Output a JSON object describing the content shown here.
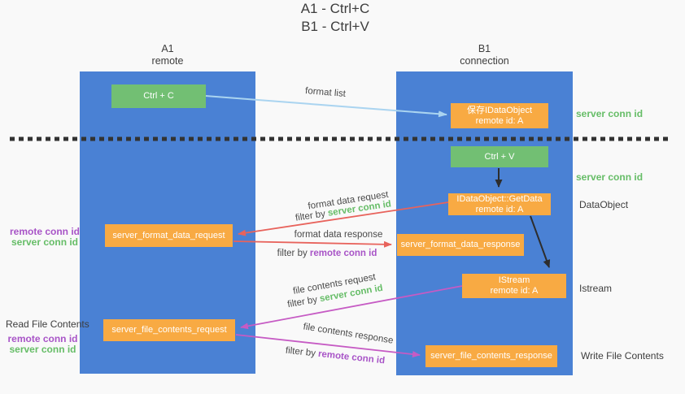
{
  "title": {
    "line1": "A1 - Ctrl+C",
    "line2": "B1 - Ctrl+V"
  },
  "lanes": {
    "a": {
      "name": "A1",
      "subtitle": "remote"
    },
    "b": {
      "name": "B1",
      "subtitle": "connection"
    }
  },
  "boxes": {
    "ctrl_c": {
      "label": "Ctrl + C"
    },
    "ctrl_v": {
      "label": "Ctrl + V"
    },
    "save_dataobject": {
      "line1": "保存IDataObject",
      "line2": "remote id: A"
    },
    "getdata": {
      "line1": "IDataObject::GetData",
      "line2": "remote id: A"
    },
    "istream": {
      "line1": "IStream",
      "line2": "remote id: A"
    },
    "format_request": {
      "label": "server_format_data_request"
    },
    "format_response": {
      "label": "server_format_data_response"
    },
    "file_request": {
      "label": "server_file_contents_request"
    },
    "file_response": {
      "label": "server_file_contents_response"
    }
  },
  "arrow_labels": {
    "format_list": "format list",
    "format_data_request": "format data request",
    "format_data_request_filter": {
      "prefix": "filter by ",
      "id": "server conn id"
    },
    "format_data_response": "format data response",
    "format_data_response_filter": {
      "prefix": "filter by ",
      "id": "remote conn id"
    },
    "file_contents_request": "file contents request",
    "file_contents_request_filter": {
      "prefix": "filter by ",
      "id": "server conn id"
    },
    "file_contents_response": "file contents response",
    "file_contents_response_filter": {
      "prefix": "filter by ",
      "id": "remote conn id"
    }
  },
  "side_labels": {
    "server_conn_id_top": "server conn id",
    "server_conn_id_mid": "server conn id",
    "dataobject": "DataObject",
    "istream": "Istream",
    "write_file_contents": "Write File Contents",
    "read_file_contents": "Read File Contents",
    "remote_conn_id_left1": "remote conn id",
    "server_conn_id_left1": "server conn id",
    "remote_conn_id_left2": "remote conn id",
    "server_conn_id_left2": "server conn id"
  },
  "colors": {
    "lane_blue": "#4a81d4",
    "box_green": "#72bf73",
    "box_orange": "#f8aa43",
    "text_green": "#66bd67",
    "text_purple": "#a854c7",
    "arrow_red": "#e8635c",
    "arrow_magenta": "#c65bc4",
    "arrow_light_blue": "#aad4f0",
    "arrow_black": "#2d2d2d",
    "divider_black": "#333333"
  }
}
